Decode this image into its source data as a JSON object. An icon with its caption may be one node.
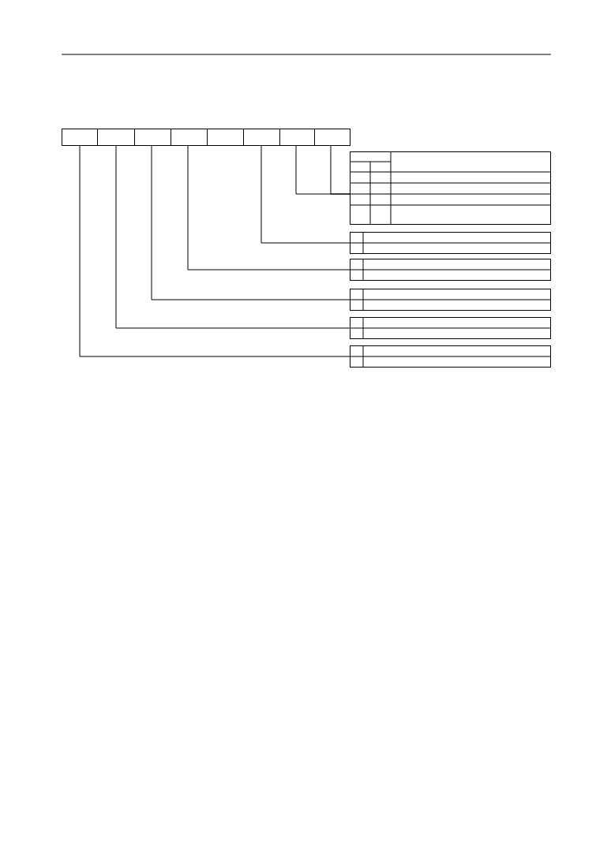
{
  "diagram": {
    "nodes": [
      {
        "text": [],
        "shape": "box"
      },
      {
        "text": [],
        "shape": "box"
      },
      {
        "text": [],
        "shape": "box"
      },
      {
        "text": [],
        "shape": "box"
      },
      {
        "text": [],
        "shape": "box"
      },
      {
        "text": [],
        "shape": "box"
      },
      {
        "text": [],
        "shape": "box"
      },
      {
        "text": [],
        "shape": "box"
      },
      {
        "text": [],
        "shape": "table"
      },
      {
        "text": [],
        "shape": "table"
      },
      {
        "text": [],
        "shape": "table"
      },
      {
        "text": [],
        "shape": "table"
      },
      {
        "text": [],
        "shape": "table"
      },
      {
        "text": [],
        "shape": "table"
      }
    ],
    "edges": [
      {
        "from": 0,
        "to": 13,
        "arrow": "none"
      },
      {
        "from": 1,
        "to": 12,
        "arrow": "none"
      },
      {
        "from": 2,
        "to": 11,
        "arrow": "none"
      },
      {
        "from": 3,
        "to": 10,
        "arrow": "none"
      },
      {
        "from": 5,
        "to": 9,
        "arrow": "none"
      },
      {
        "from": 6,
        "to": 8,
        "arrow": "none"
      },
      {
        "from": 7,
        "to": 8,
        "arrow": "none"
      }
    ]
  }
}
